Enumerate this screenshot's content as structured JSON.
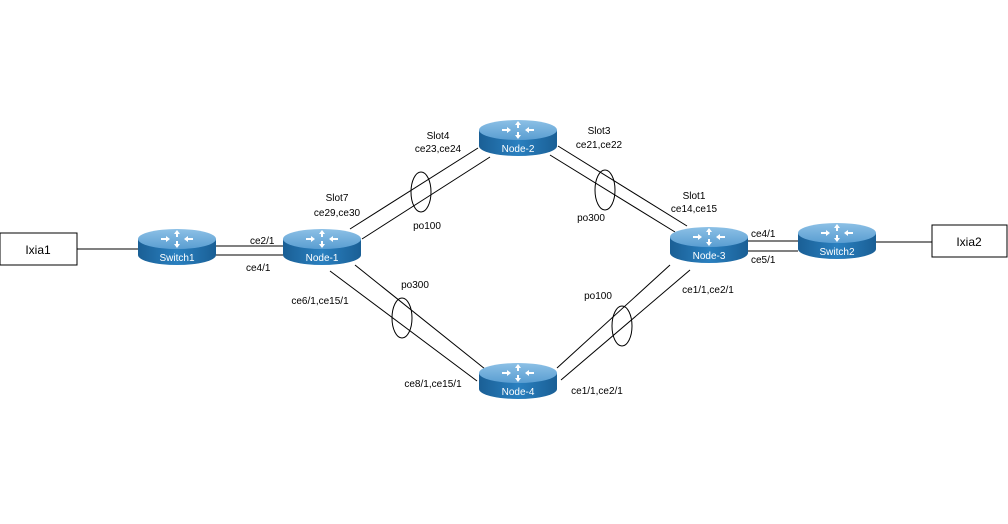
{
  "diagram": {
    "devices": {
      "ixia1": {
        "label": "Ixia1",
        "type": "traffic-generator"
      },
      "ixia2": {
        "label": "Ixia2",
        "type": "traffic-generator"
      },
      "switch1": {
        "label": "Switch1",
        "type": "switch"
      },
      "switch2": {
        "label": "Switch2",
        "type": "switch"
      },
      "node1": {
        "label": "Node-1",
        "type": "router"
      },
      "node2": {
        "label": "Node-2",
        "type": "router"
      },
      "node3": {
        "label": "Node-3",
        "type": "router"
      },
      "node4": {
        "label": "Node-4",
        "type": "router"
      }
    },
    "links": {
      "sw1_n1": {
        "top_port": "ce2/1",
        "bottom_port": "ce4/1"
      },
      "n3_sw2": {
        "top_port": "ce4/1",
        "bottom_port": "ce5/1"
      },
      "n1_n2": {
        "n1_slot": "Slot7",
        "n1_ports": "ce29,ce30",
        "n2_slot": "Slot4",
        "n2_ports": "ce23,ce24",
        "bundle": "po100"
      },
      "n2_n3": {
        "n2_slot": "Slot3",
        "n2_ports": "ce21,ce22",
        "n3_slot": "Slot1",
        "n3_ports": "ce14,ce15",
        "bundle": "po300"
      },
      "n1_n4": {
        "n1_ports": "ce6/1,ce15/1",
        "n4_ports": "ce8/1,ce15/1",
        "bundle": "po300"
      },
      "n4_n3": {
        "n4_ports": "ce1/1,ce2/1",
        "n3_ports": "ce1/1,ce2/1",
        "bundle": "po100"
      }
    },
    "colors": {
      "router_top": "#6fa8d6",
      "router_side": "#1f6ea8",
      "link": "#000000"
    }
  }
}
